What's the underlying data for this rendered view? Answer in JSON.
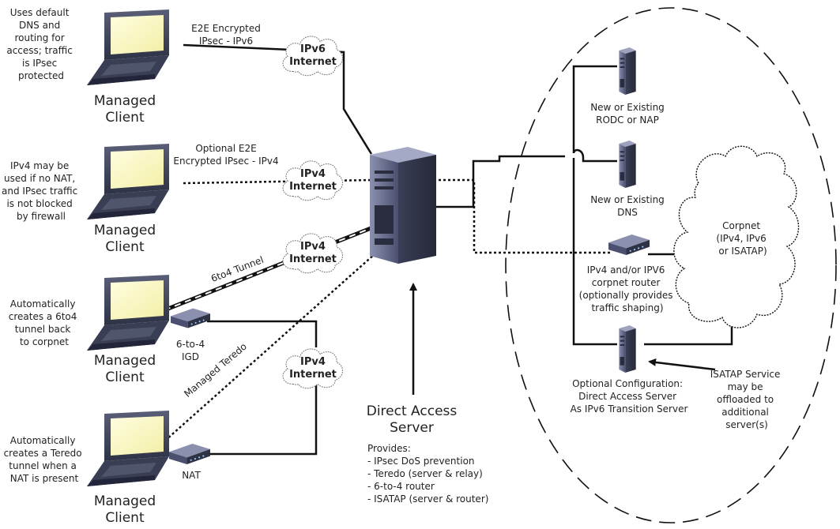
{
  "clients": {
    "label": [
      "Managed",
      "Client"
    ],
    "notes": [
      [
        "Uses default",
        "DNS and",
        "routing for",
        "access; traffic",
        "is IPsec",
        "protected"
      ],
      [
        "IPv4 may be",
        "used if no NAT,",
        "and IPsec traffic",
        "is not blocked",
        "by firewall"
      ],
      [
        "Automatically",
        "creates a 6to4",
        "tunnel back",
        "to corpnet"
      ],
      [
        "Automatically",
        "creates a Teredo",
        "tunnel when a",
        "NAT is present"
      ]
    ]
  },
  "clouds": [
    [
      "IPv6",
      "Internet"
    ],
    [
      "IPv4",
      "Internet"
    ],
    [
      "IPv4",
      "Internet"
    ],
    [
      "IPv4",
      "Internet"
    ]
  ],
  "links": {
    "e2e_ipv6": [
      "E2E Encrypted",
      "IPsec - IPv6"
    ],
    "e2e_ipv4": [
      "Optional E2E",
      "Encrypted IPsec - IPv4"
    ],
    "sixto4": "6to4 Tunnel",
    "teredo": "Managed Teredo"
  },
  "devices": {
    "igd": [
      "6-to-4",
      "IGD"
    ],
    "nat": "NAT"
  },
  "server": {
    "title": [
      "Direct Access",
      "Server"
    ],
    "provides_label": "Provides:",
    "provides": [
      " - IPsec DoS prevention",
      " - Teredo (server & relay)",
      " - 6-to-4 router",
      " - ISATAP (server & router)"
    ]
  },
  "corp": {
    "rodc": [
      "New or Existing",
      "RODC or NAP"
    ],
    "dns": [
      "New or Existing",
      "DNS"
    ],
    "router": [
      "IPv4 and/or IPV6",
      "corpnet router",
      "(optionally provides",
      "traffic shaping)"
    ],
    "isatap_server": [
      "Optional Configuration:",
      "Direct Access Server",
      "As IPv6 Transition Server"
    ],
    "isatap_note": [
      "ISATAP Service",
      "may be",
      "offloaded to",
      "additional",
      "server(s)"
    ],
    "corpnet": [
      "Corpnet",
      "(IPv4, IPv6",
      "or ISATAP)"
    ]
  }
}
